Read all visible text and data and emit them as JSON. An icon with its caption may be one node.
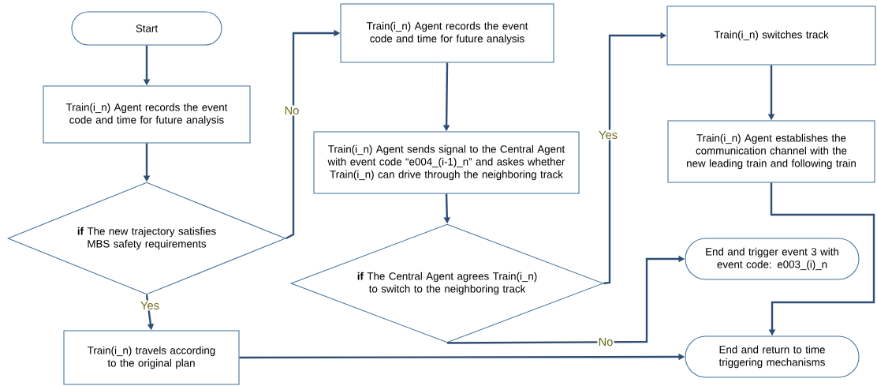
{
  "diagram": {
    "nodes": [
      {
        "text": [
          "Start"
        ]
      },
      {
        "text": [
          "Train(i_n) Agent records the event code and time for future analysis"
        ]
      },
      {
        "text": [
          "**if** The new trajectory satisfies MBS safety requirements"
        ]
      },
      {
        "text": [
          "Train(i_n) travels according to the original plan"
        ]
      },
      {
        "text": [
          "Train(i_n) Agent records the event code and time for future analysis"
        ]
      },
      {
        "text": [
          "Train(i_n) Agent sends signal to the Central Agent with event code “e004_(i-1)_n” and askes whether Train(i_n) can drive through the neighboring track"
        ]
      },
      {
        "text": [
          "**if** The Central Agent agrees Train(i_n) to switch to the neighboring track"
        ]
      },
      {
        "text": [
          "Train(i_n) switches track"
        ]
      },
      {
        "text": [
          "Train(i_n) Agent establishes the communication channel with the new leading train and following train"
        ]
      },
      {
        "text": [
          "End and trigger event 3 with event code: e003_(i)_n"
        ]
      },
      {
        "text": [
          "End and return to time triggering mechanisms"
        ]
      }
    ],
    "edges": [
      {
        "from": 0,
        "to": 1,
        "arrow": "to"
      },
      {
        "from": 1,
        "to": 2,
        "arrow": "to"
      },
      {
        "from": 2,
        "to": 4,
        "arrow": "to",
        "label": "No"
      },
      {
        "from": 2,
        "to": 3,
        "arrow": "to",
        "label": "Yes"
      },
      {
        "from": 4,
        "to": 5,
        "arrow": "to"
      },
      {
        "from": 5,
        "to": 6,
        "arrow": "to"
      },
      {
        "from": 6,
        "to": 7,
        "arrow": "to",
        "label": "Yes"
      },
      {
        "from": 6,
        "to": 9,
        "arrow": "to",
        "label": "No"
      },
      {
        "from": 7,
        "to": 8,
        "arrow": "to"
      },
      {
        "from": 8,
        "to": 10,
        "arrow": "to"
      },
      {
        "from": 3,
        "to": 10,
        "arrow": "to"
      }
    ]
  }
}
